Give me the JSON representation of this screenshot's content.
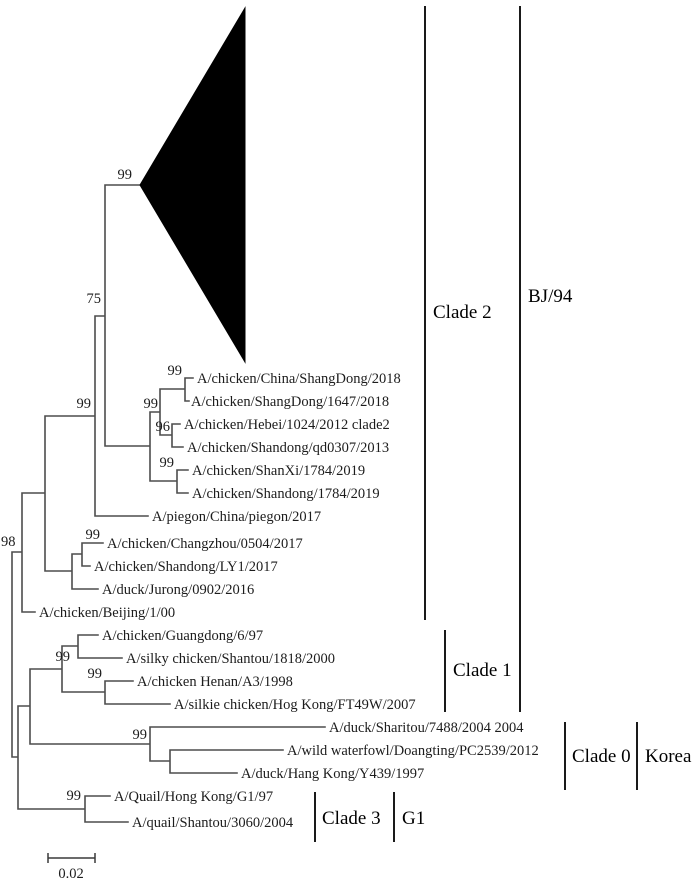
{
  "figure": {
    "kind": "phylogenetic tree",
    "taxa": [
      "A/chicken/China/ShangDong/2018",
      "A/chicken/ShangDong/1647/2018",
      "A/chicken/Hebei/1024/2012 clade2",
      "A/chicken/Shandong/qd0307/2013",
      "A/chicken/ShanXi/1784/2019",
      "A/chicken/Shandong/1784/2019",
      "A/piegon/China/piegon/2017",
      "A/chicken/Changzhou/0504/2017",
      "A/chicken/Shandong/LY1/2017",
      "A/duck/Jurong/0902/2016",
      "A/chicken/Beijing/1/00",
      "A/chicken/Guangdong/6/97",
      "A/silky chicken/Shantou/1818/2000",
      "A/chicken Henan/A3/1998",
      "A/silkie chicken/Hog Kong/FT49W/2007",
      "A/duck/Sharitou/7488/2004 2004",
      "A/wild waterfowl/Doangting/PC2539/2012",
      "A/duck/Hang Kong/Y439/1997",
      "A/Quail/Hong Kong/G1/97",
      "A/quail/Shantou/3060/2004"
    ],
    "bootstraps": {
      "collapsed_clade": "99",
      "clade2_ancestor": "75",
      "pigeon_group": "99",
      "shangdong_pair": "99",
      "hebei_group": "99",
      "hebei_pair": "96",
      "pair_1784": "99",
      "root": "98",
      "changzhou_pair": "99",
      "guangdong_pair": "99",
      "henan_pair": "99",
      "korea_group": "99",
      "quail_pair": "99"
    },
    "clades": {
      "clade2": "Clade 2",
      "bj94": "BJ/94",
      "clade1": "Clade 1",
      "clade0": "Clade 0",
      "korea": "Korea",
      "clade3": "Clade 3",
      "g1": "G1"
    },
    "scale_bar_label": "0.02",
    "colors": {
      "branch": "#4d4d4d",
      "text": "#1c1c1c",
      "triangle": "#000000",
      "clade_bar": "#000000"
    }
  }
}
